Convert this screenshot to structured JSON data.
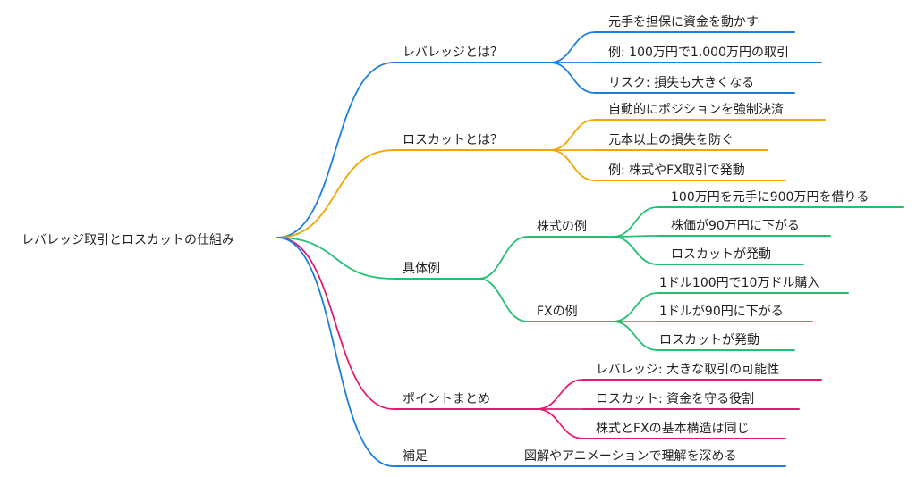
{
  "colors": {
    "blue": "#1a7fe0",
    "orange": "#f0a500",
    "green": "#22c073",
    "pink": "#e5176f"
  },
  "root": "レバレッジ取引とロスカットの仕組み",
  "branches": [
    {
      "label": "レバレッジとは？",
      "color": "blue",
      "children": [
        "元手を担保に資金を動かす",
        "例: 100万円で1,000万円の取引",
        "リスク: 損失も大きくなる"
      ]
    },
    {
      "label": "ロスカットとは？",
      "color": "orange",
      "children": [
        "自動的にポジションを強制決済",
        "元本以上の損失を防ぐ",
        "例: 株式やFX取引で発動"
      ]
    },
    {
      "label": "具体例",
      "color": "green",
      "groups": [
        {
          "label": "株式の例",
          "children": [
            "100万円を元手に900万円を借りる",
            "株価が90万円に下がる",
            "ロスカットが発動"
          ]
        },
        {
          "label": "FXの例",
          "children": [
            "1ドル100円で10万ドル購入",
            "1ドルが90円に下がる",
            "ロスカットが発動"
          ]
        }
      ]
    },
    {
      "label": "ポイントまとめ",
      "color": "pink",
      "children": [
        "レバレッジ: 大きな取引の可能性",
        "ロスカット: 資金を守る役割",
        "株式とFXの基本構造は同じ"
      ]
    },
    {
      "label": "補足",
      "color": "blue",
      "children": [
        "図解やアニメーションで理解を深める"
      ]
    }
  ]
}
